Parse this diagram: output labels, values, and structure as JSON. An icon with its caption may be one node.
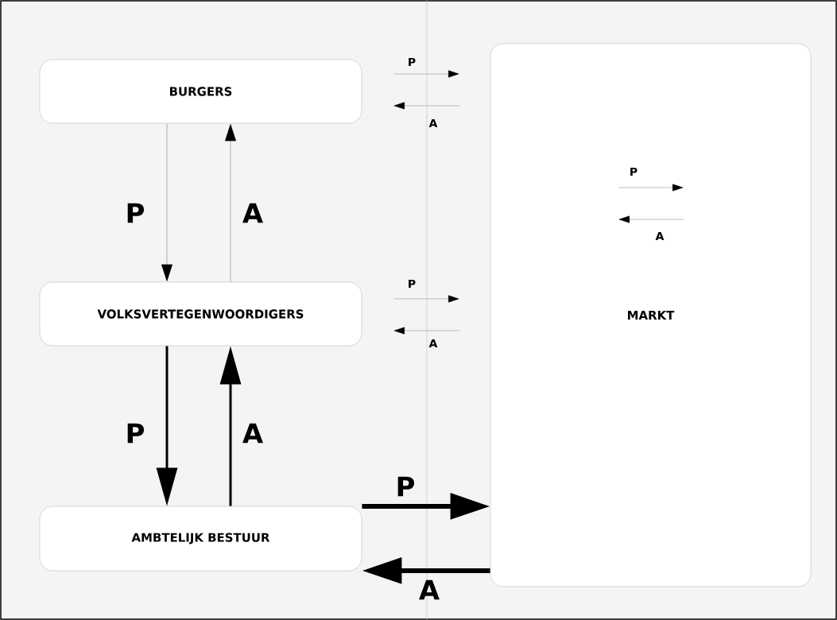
{
  "diagram": {
    "nodes": [
      {
        "text": [
          "BURGERS"
        ]
      },
      {
        "text": [
          "VOLKSVERTEGENWOORDIGERS"
        ]
      },
      {
        "text": [
          "AMBTELIJK BESTUUR"
        ]
      },
      {
        "text": [
          "MARKT"
        ]
      }
    ],
    "edges": [
      {
        "from": 0,
        "to": 1,
        "arrow": "to",
        "label": "P",
        "color": "#a0a0a0"
      },
      {
        "from": 1,
        "to": 0,
        "arrow": "to",
        "label": "A",
        "color": "#a0a0a0"
      },
      {
        "from": 1,
        "to": 2,
        "arrow": "to",
        "label": "P"
      },
      {
        "from": 2,
        "to": 1,
        "arrow": "to",
        "label": "A"
      },
      {
        "from": 2,
        "to": 3,
        "arrow": "to",
        "label": "P",
        "style": "thick"
      },
      {
        "from": 3,
        "to": 2,
        "arrow": "to",
        "label": "A",
        "style": "thick"
      }
    ],
    "labels": [
      "P",
      "A",
      "P",
      "A",
      "P",
      "A"
    ]
  }
}
